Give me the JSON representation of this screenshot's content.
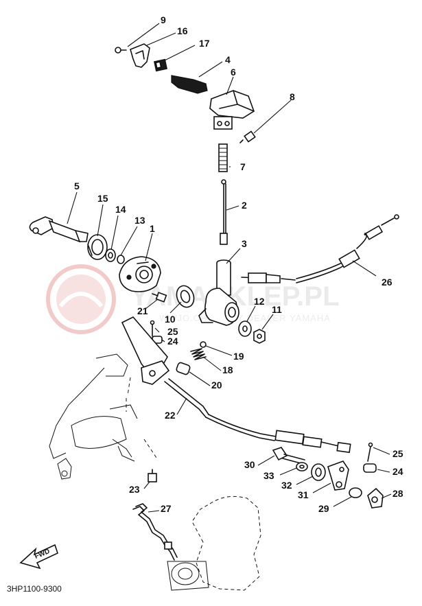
{
  "diagram": {
    "part_code": "3HP1100-9300",
    "direction_label": "FWD",
    "watermark": {
      "logo_text": "YAMASKLEP.PL",
      "sub_text": "WWJO.CHOWSZY DEALER YAMAHA",
      "color": "#e8a0a0"
    },
    "callouts": {
      "c1": "1",
      "c2": "2",
      "c3": "3",
      "c4": "4",
      "c5": "5",
      "c6": "6",
      "c7": "7",
      "c8": "8",
      "c9": "9",
      "c10": "10",
      "c11": "11",
      "c12": "12",
      "c13": "13",
      "c14": "14",
      "c15": "15",
      "c16": "16",
      "c17": "17",
      "c18": "18",
      "c19": "19",
      "c20": "20",
      "c21": "21",
      "c22": "22",
      "c23": "23",
      "c24a": "24",
      "c24b": "24",
      "c25a": "25",
      "c25b": "25",
      "c26": "26",
      "c27": "27",
      "c28": "28",
      "c29": "29",
      "c30": "30",
      "c31": "31",
      "c32": "32",
      "c33": "33"
    }
  }
}
